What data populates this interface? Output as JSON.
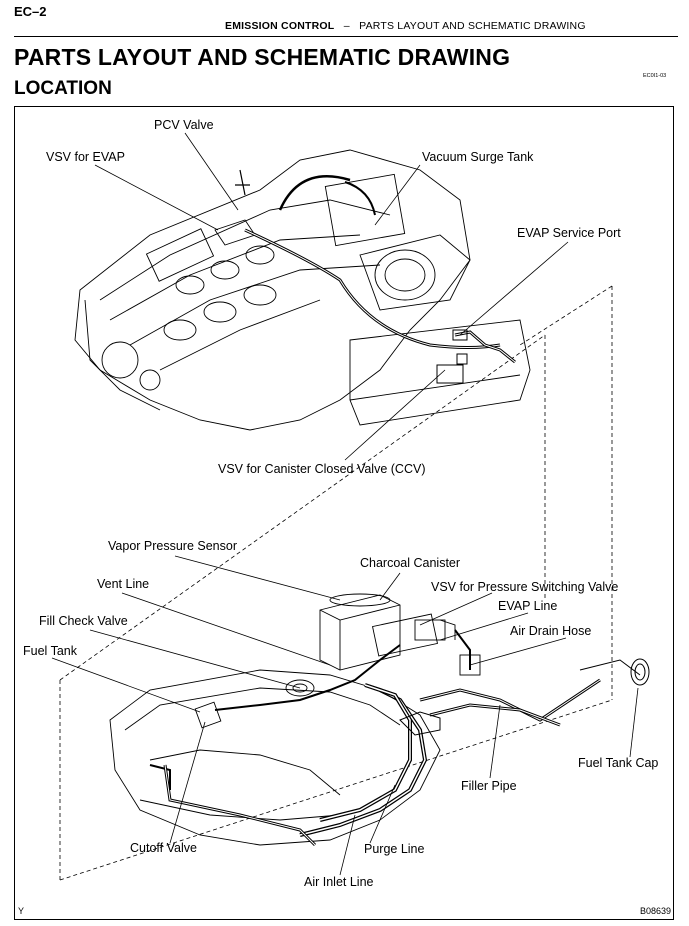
{
  "header": {
    "page_code": "EC–2",
    "section": "EMISSION CONTROL",
    "separator": "–",
    "subsection": "PARTS LAYOUT AND SCHEMATIC DRAWING"
  },
  "title": "PARTS LAYOUT AND SCHEMATIC DRAWING",
  "subtitle": "LOCATION",
  "ref_code": "EC0I1-03",
  "labels": {
    "pcv_valve": "PCV Valve",
    "vsv_evap": "VSV for EVAP",
    "vacuum_surge_tank": "Vacuum Surge Tank",
    "evap_service_port": "EVAP Service Port",
    "vsv_ccv": "VSV for Canister Closed Valve (CCV)",
    "vapor_pressure_sensor": "Vapor Pressure Sensor",
    "charcoal_canister": "Charcoal Canister",
    "vent_line": "Vent Line",
    "vsv_pressure_switching": "VSV for Pressure Switching Valve",
    "evap_line": "EVAP Line",
    "fill_check_valve": "Fill Check Valve",
    "air_drain_hose": "Air Drain Hose",
    "fuel_tank": "Fuel Tank",
    "fuel_tank_cap": "Fuel Tank Cap",
    "filler_pipe": "Filler Pipe",
    "cutoff_valve": "Cutoff Valve",
    "purge_line": "Purge Line",
    "air_inlet_line": "Air Inlet Line"
  },
  "footer": {
    "corner_left": "Y",
    "corner_right": "B08639"
  }
}
